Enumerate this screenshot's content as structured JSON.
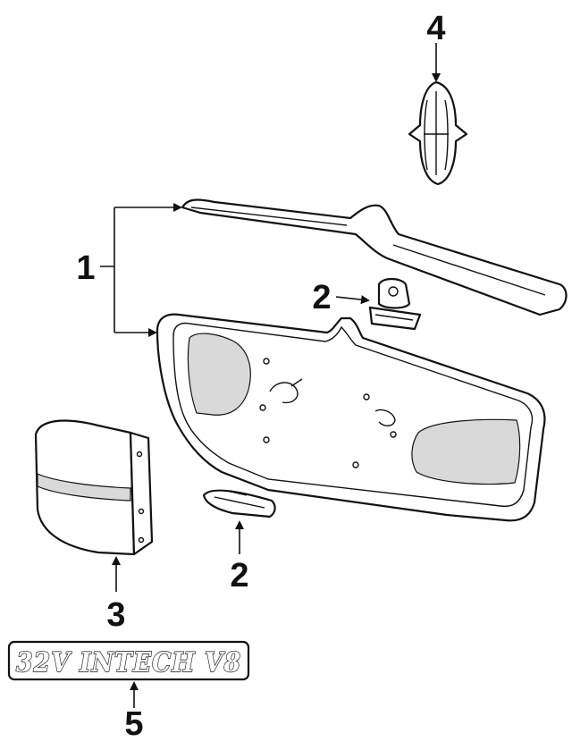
{
  "callouts": [
    {
      "id": "1",
      "label": "1"
    },
    {
      "id": "2a",
      "label": "2"
    },
    {
      "id": "2b",
      "label": "2"
    },
    {
      "id": "3",
      "label": "3"
    },
    {
      "id": "4",
      "label": "4"
    },
    {
      "id": "5",
      "label": "5"
    }
  ],
  "badge": {
    "text": "32V INTECH V8"
  }
}
